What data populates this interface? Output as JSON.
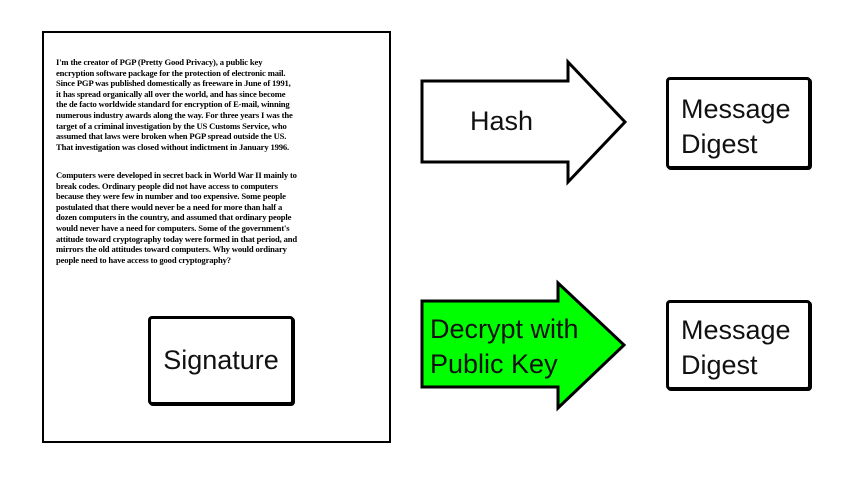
{
  "document": {
    "paragraphs": [
      [
        "I'm the creator of PGP (Pretty Good Privacy), a public key",
        "encryption software package for the protection of electronic mail.",
        "Since PGP was published domestically as freeware in June of 1991,",
        "it has spread organically all over the world, and has since become",
        "the de facto worldwide standard for encryption of E-mail, winning",
        "numerous industry awards along the way. For three years I was the",
        "target of a criminal investigation by the US Customs Service, who",
        "assumed that laws were broken when PGP spread outside the US.",
        "That investigation was closed without indictment in January 1996."
      ],
      [
        "Computers were developed in secret back in World War II mainly to",
        "break codes. Ordinary people did not have access to computers",
        "because they were few in number and too expensive. Some people",
        "postulated that there would never be a need for more than half a",
        "dozen computers in the country, and assumed that ordinary people",
        "would never have a need for computers. Some of the government's",
        "attitude toward cryptography today were formed in that period, and",
        "mirrors the old attitudes toward computers. Why would ordinary",
        "people need to have access to good cryptography?"
      ]
    ],
    "signature_label": "Signature"
  },
  "arrows": {
    "hash_label": "Hash",
    "decrypt_label_line1": "Decrypt with",
    "decrypt_label_line2": "Public Key",
    "hash_fill": "#ffffff",
    "decrypt_fill": "#00ff00"
  },
  "digests": [
    {
      "line1": "Message",
      "line2": "Digest"
    },
    {
      "line1": "Message",
      "line2": "Digest"
    }
  ]
}
